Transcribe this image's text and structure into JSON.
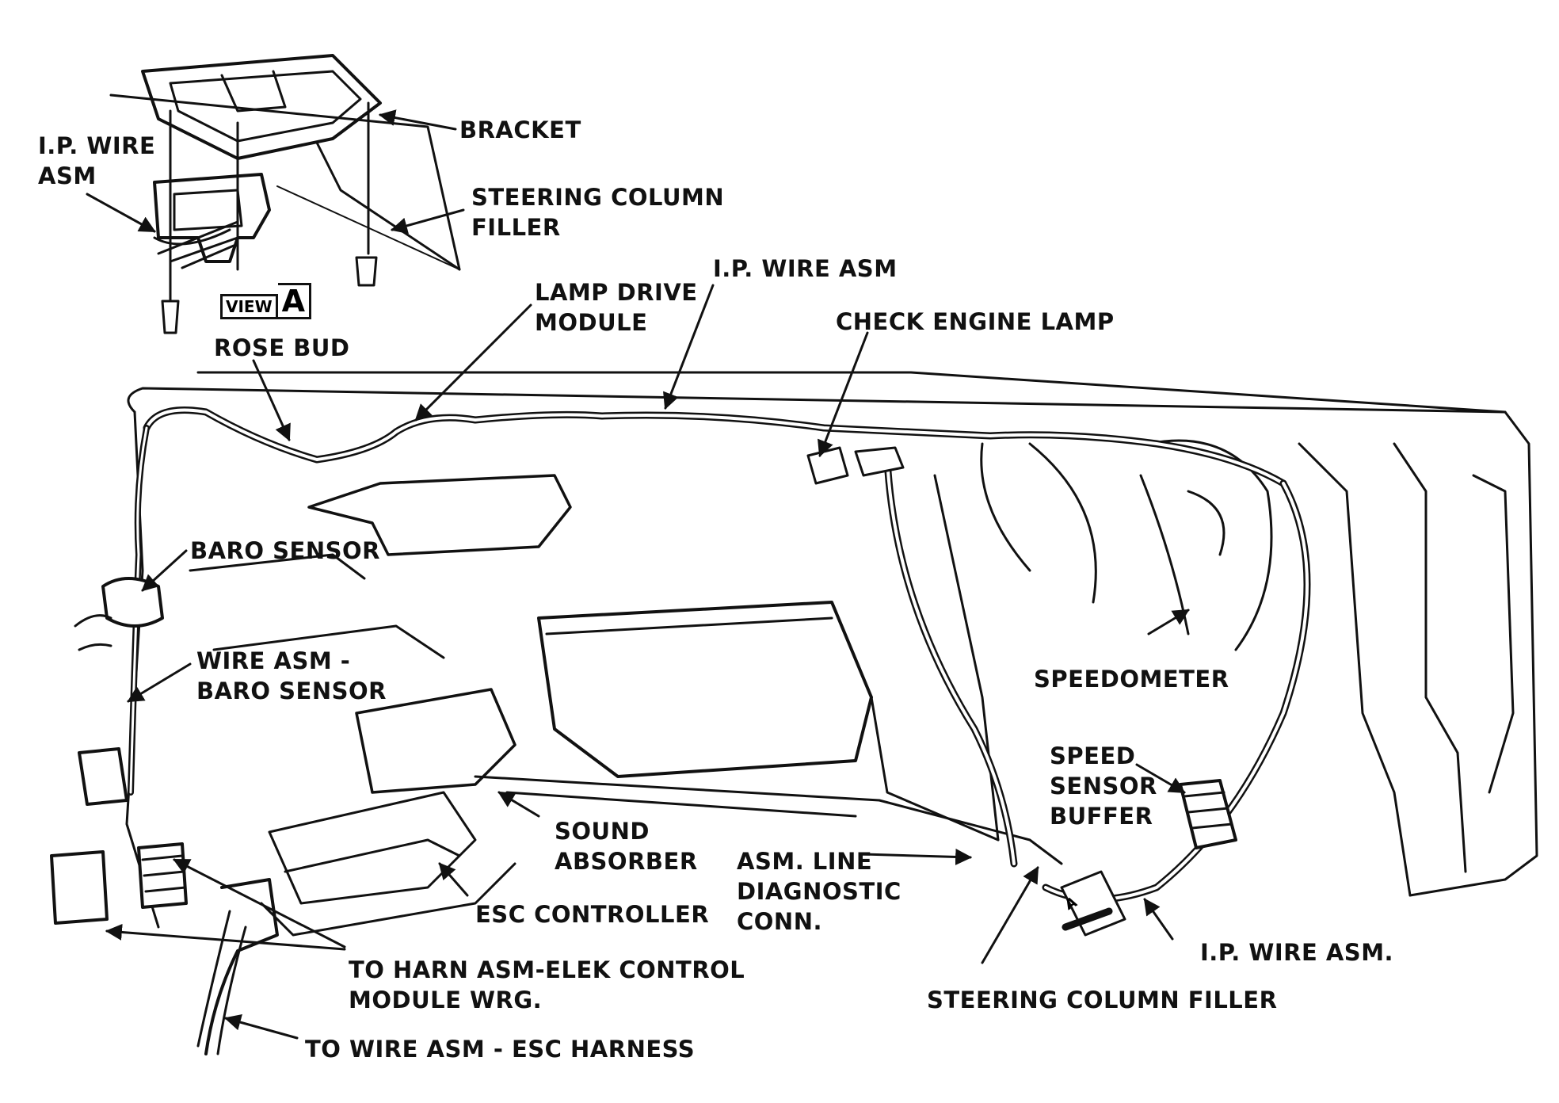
{
  "labels": {
    "ip_wire_asm_top": "I.P. WIRE\nASM",
    "bracket": "BRACKET",
    "steering_column_filler_top": "STEERING COLUMN\nFILLER",
    "view": "VIEW",
    "view_letter": "A",
    "ip_wire_asm_mid": "I.P. WIRE ASM",
    "lamp_drive_module": "LAMP DRIVE\nMODULE",
    "check_engine_lamp": "CHECK ENGINE LAMP",
    "rose_bud": "ROSE BUD",
    "baro_sensor": "BARO SENSOR",
    "wire_asm_baro_sensor": "WIRE ASM -\nBARO SENSOR",
    "speedometer": "SPEEDOMETER",
    "speed_sensor_buffer": "SPEED\nSENSOR\nBUFFER",
    "sound_absorber": "SOUND\nABSORBER",
    "asm_line_diagnostic_conn": "ASM. LINE\nDIAGNOSTIC\nCONN.",
    "esc_controller": "ESC CONTROLLER",
    "to_harn_asm": "TO HARN ASM-ELEK CONTROL\nMODULE WRG.",
    "ip_wire_asm_bottom": "I.P. WIRE ASM.",
    "steering_column_filler_bottom": "STEERING COLUMN FILLER",
    "to_wire_asm_esc": "TO WIRE ASM - ESC HARNESS",
    "view_badge": "A"
  }
}
